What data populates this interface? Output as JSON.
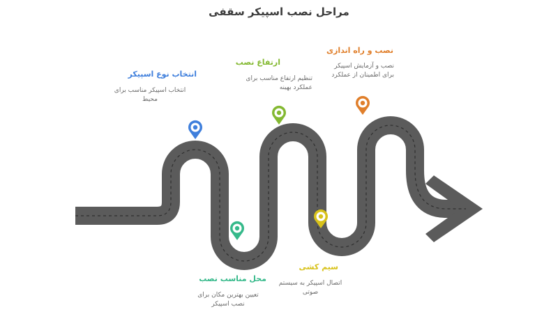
{
  "title": "مراحل نصب اسپیکر سقفی",
  "colors": {
    "road": "#5b5b5b",
    "dash": "#2f2f2f",
    "blue": "#3f7fdc",
    "teal": "#35b98a",
    "lime": "#84b932",
    "yellow": "#d8c21a",
    "orange": "#e07f2b"
  },
  "steps": [
    {
      "title": "انتخاب نوع اسپیکر",
      "desc_lines": [
        "انتخاب اسپیکر مناسب برای",
        "محیط"
      ],
      "color": "#3f7fdc",
      "icon": "map-pin-icon"
    },
    {
      "title": "محل مناسب نصب",
      "desc_lines": [
        "تعیین بهترین مکان برای",
        "نصب اسپیکر"
      ],
      "color": "#35b98a",
      "icon": "map-pin-icon"
    },
    {
      "title": "ارتفاع نصب",
      "desc_lines": [
        "تنظیم ارتفاع مناسب برای",
        "عملکرد بهینه"
      ],
      "color": "#84b932",
      "icon": "map-pin-icon"
    },
    {
      "title": "سیم کشی",
      "desc_lines": [
        "اتصال اسپیکر به سیستم",
        "صوتی"
      ],
      "color": "#d8c21a",
      "icon": "map-pin-icon"
    },
    {
      "title": "نصب و راه اندازی",
      "desc_lines": [
        "نصب و آزمایش اسپیکر",
        "برای اطمینان از عملکرد"
      ],
      "color": "#e07f2b",
      "icon": "map-pin-icon"
    }
  ]
}
